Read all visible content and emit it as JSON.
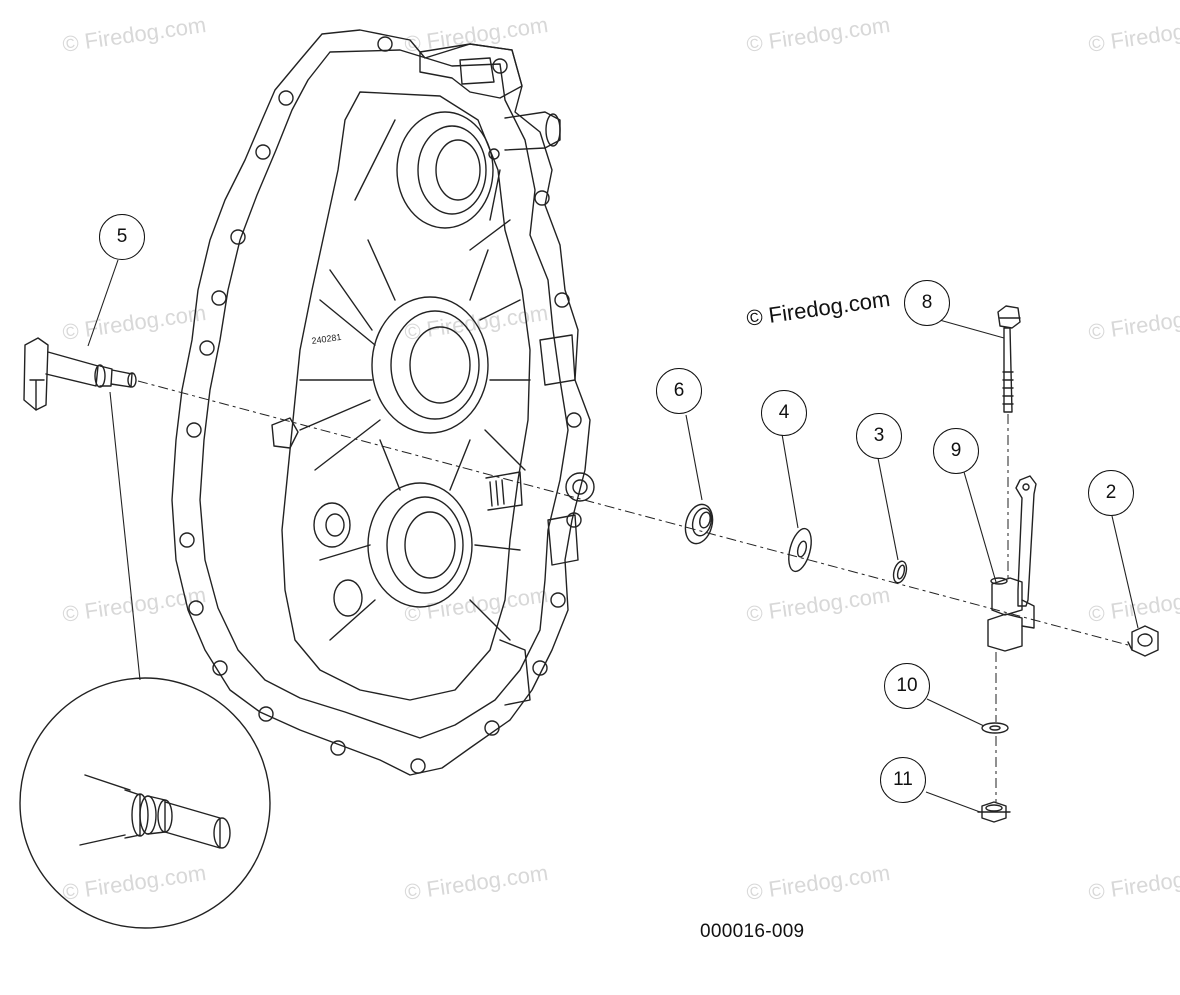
{
  "watermark_text": "© Firedog.com",
  "center_watermark": "© Firedog.com",
  "figure_id": "000016-009",
  "callouts": {
    "c5": "5",
    "c8": "8",
    "c6": "6",
    "c4": "4",
    "c3": "3",
    "c9": "9",
    "c2": "2",
    "c10": "10",
    "c11": "11"
  },
  "housing_part_number": "240281"
}
